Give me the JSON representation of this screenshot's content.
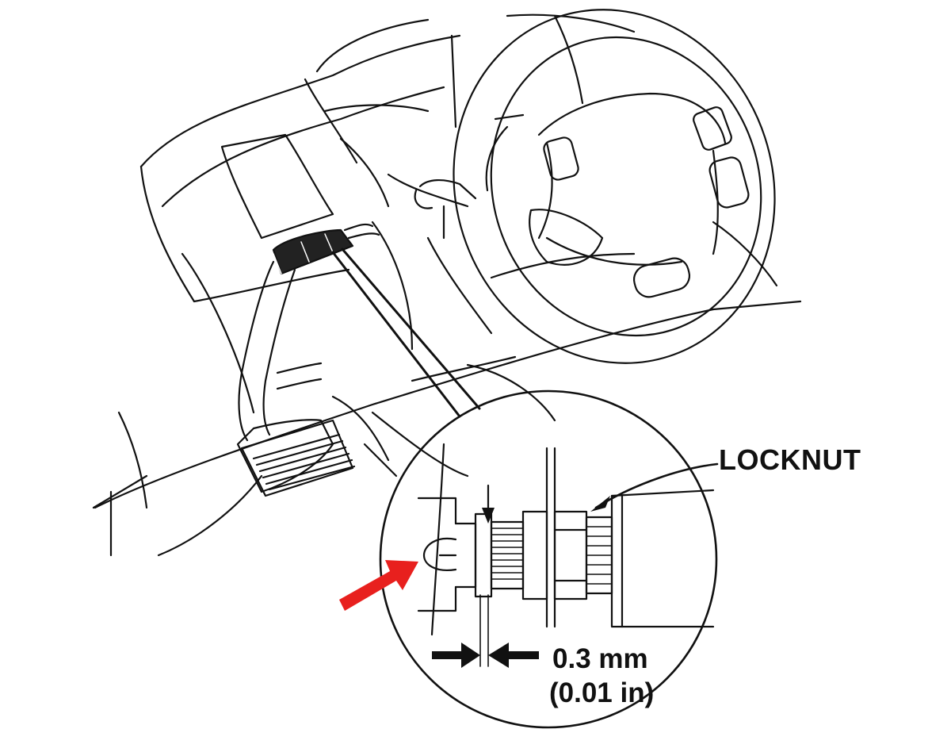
{
  "labels": {
    "locknut": "LOCKNUT",
    "gap_mm": "0.3 mm",
    "gap_in": "(0.01 in)"
  },
  "colors": {
    "ink": "#111111",
    "highlight_arrow": "#e8201e",
    "background": "#ffffff"
  }
}
